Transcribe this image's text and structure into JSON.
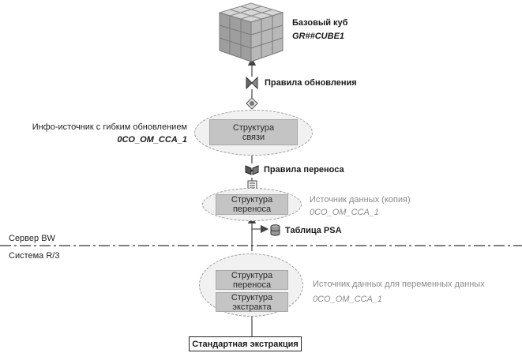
{
  "cube": {
    "title": "Базовый куб",
    "name": "GR##CUBE1"
  },
  "update_rules": {
    "label": "Правила обновления"
  },
  "infosource": {
    "label": "Инфо-источник с гибким обновлением",
    "name": "0CO_OM_CCA_1",
    "structure_line1": "Структура",
    "structure_line2": "связи"
  },
  "transfer_rules": {
    "label": "Правила переноса"
  },
  "datasource_copy": {
    "label": "Источник данных (копия)",
    "name": "0CO_OM_CCA_1",
    "structure_line1": "Структура",
    "structure_line2": "переноса"
  },
  "psa": {
    "label": "Таблица PSA"
  },
  "server_bw": {
    "label": "Сервер BW"
  },
  "system_r3": {
    "label": "Система R/3"
  },
  "datasource_r3": {
    "label": "Источник данных для переменных данных",
    "name": "0CO_OM_CCA_1",
    "transfer_line1": "Структура",
    "transfer_line2": "переноса",
    "extract_line1": "Структура",
    "extract_line2": "экстракта"
  },
  "standard_extraction": {
    "label": "Стандартная экстракция"
  },
  "icons": [
    "cube-icon",
    "bowtie-rule-icon",
    "infosource-icon",
    "transfer-rule-icon",
    "document-icon",
    "database-icon"
  ],
  "colors": {
    "ellipse_fill": "#f1f1f1",
    "box_fill": "#c4c4c4",
    "line": "#555555",
    "separator": "#333333",
    "grey_text": "#8a8a8a"
  }
}
